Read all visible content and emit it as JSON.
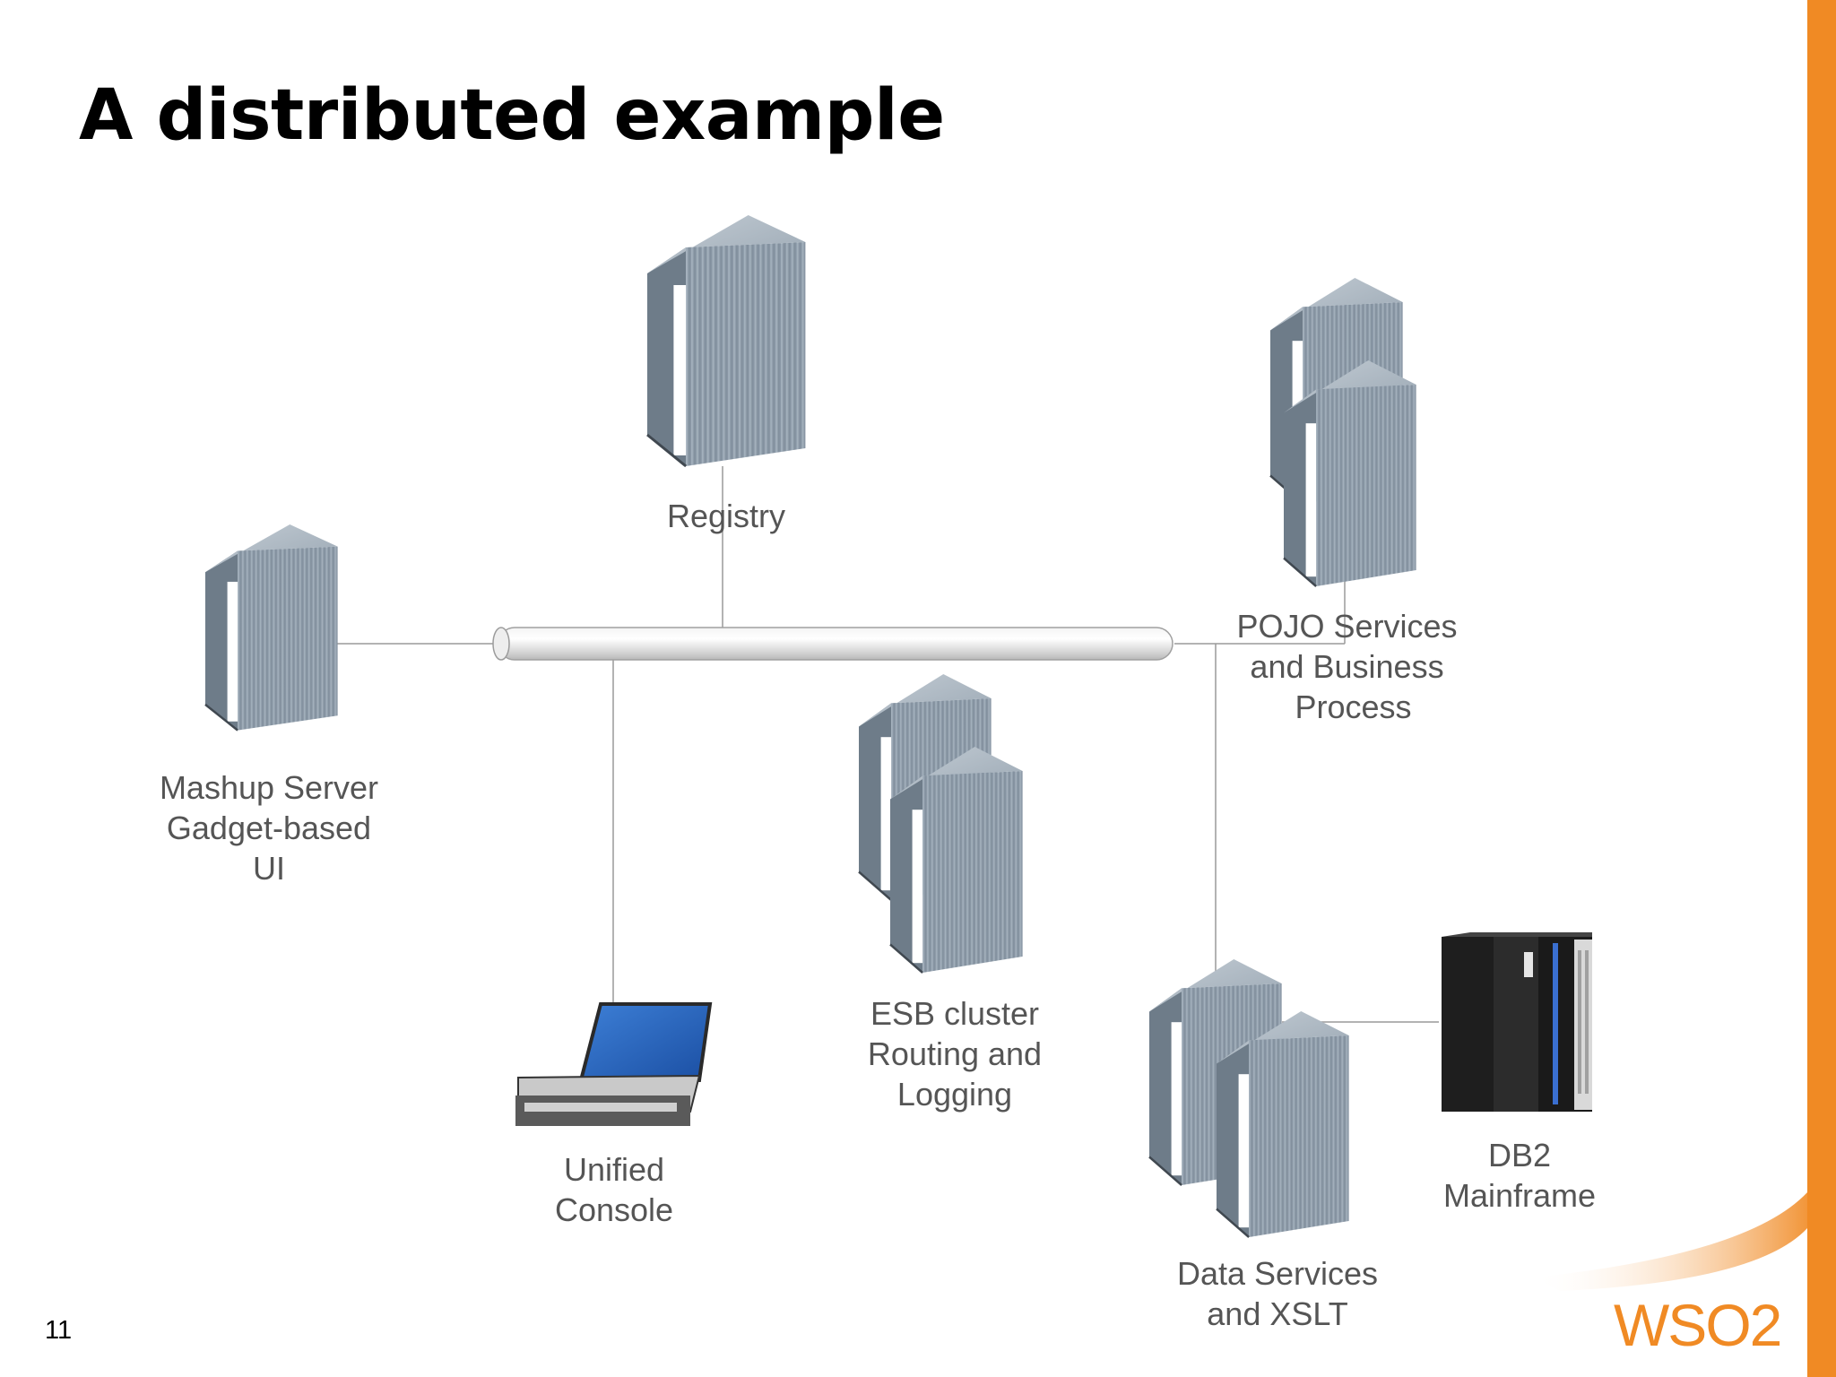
{
  "slide": {
    "title": "A distributed example",
    "page_number": "11",
    "accent_color": "#f08a24"
  },
  "nodes": {
    "registry": {
      "label": "Registry",
      "icon": "server-icon"
    },
    "pojo": {
      "label_lines": [
        "POJO Services",
        "and Business",
        "Process"
      ],
      "icon": "server-cluster-icon"
    },
    "mashup": {
      "label_lines": [
        "Mashup Server",
        "Gadget-based",
        "UI"
      ],
      "icon": "server-icon"
    },
    "esb": {
      "label_lines": [
        "ESB cluster",
        "Routing and",
        "Logging"
      ],
      "icon": "server-cluster-icon"
    },
    "console": {
      "label_lines": [
        "Unified",
        "Console"
      ],
      "icon": "laptop-icon"
    },
    "data_services": {
      "label_lines": [
        "Data Services",
        "and XSLT"
      ],
      "icon": "server-cluster-icon"
    },
    "db2": {
      "label_lines": [
        "DB2",
        "Mainframe"
      ],
      "icon": "mainframe-icon"
    }
  },
  "logo": {
    "text": "WSO2",
    "brand_color": "#f08a24"
  }
}
